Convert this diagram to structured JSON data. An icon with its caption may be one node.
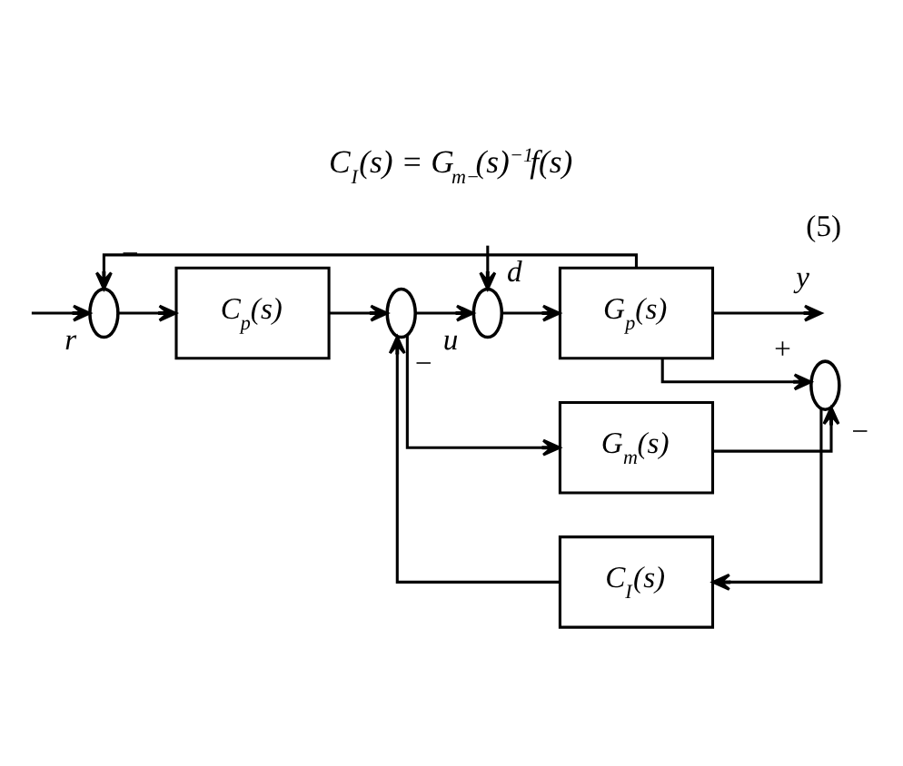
{
  "diagram": {
    "title": "C$_{I}$(s) = G$_{m−}$(s)$^{−1}$f(s)",
    "nodes": [
      {
        "text": [],
        "shape": "circle"
      },
      {
        "text": [
          "C$_{p}$(s)"
        ]
      },
      {
        "text": [],
        "shape": "circle"
      },
      {
        "text": [],
        "shape": "circle"
      },
      {
        "text": [
          "G$_{p}$(s)"
        ]
      },
      {
        "text": [
          "G$_{m}$(s)"
        ]
      },
      {
        "text": [],
        "shape": "circle"
      },
      {
        "text": [
          "C$_{I}$(s)"
        ]
      }
    ],
    "edges": [
      {
        "from": null,
        "to": 0,
        "arrow": "to",
        "label": "r"
      },
      {
        "from": 0,
        "to": 1,
        "arrow": "to"
      },
      {
        "from": 1,
        "to": 2,
        "arrow": "to"
      },
      {
        "from": 2,
        "to": 3,
        "arrow": "to",
        "label": "u"
      },
      {
        "from": null,
        "to": 3,
        "arrow": "to",
        "label": "d"
      },
      {
        "from": 3,
        "to": 4,
        "arrow": "to"
      },
      {
        "from": 4,
        "to": null,
        "arrow": "to",
        "label": "y"
      },
      {
        "from": 2,
        "to": 5,
        "arrow": "to"
      },
      {
        "from": 5,
        "to": 6,
        "arrow": "to",
        "label": "−"
      },
      {
        "from": 4,
        "to": 6,
        "arrow": "to",
        "label": "+"
      },
      {
        "from": 6,
        "to": 7,
        "arrow": "to"
      },
      {
        "from": 7,
        "to": 2,
        "arrow": "to",
        "label": "−"
      },
      {
        "from": 4,
        "to": 0,
        "arrow": "to",
        "label": "−"
      }
    ],
    "labels": [
      "(5)"
    ]
  }
}
